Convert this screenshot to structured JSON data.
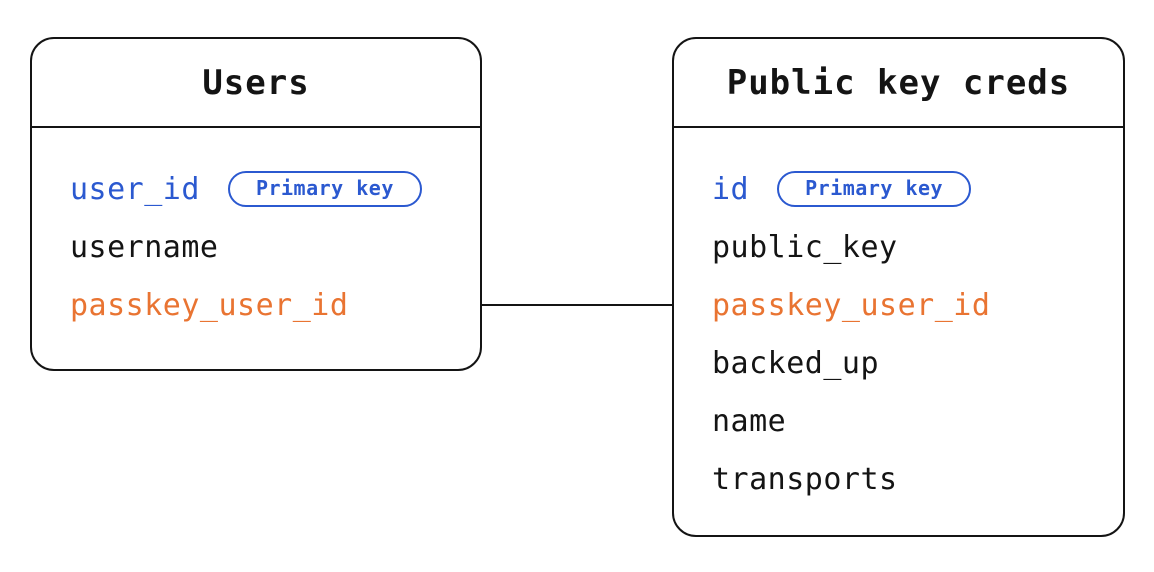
{
  "diagram": {
    "tables": [
      {
        "name": "Users",
        "fields": [
          {
            "name": "user_id",
            "color": "blue",
            "badge": "Primary key"
          },
          {
            "name": "username",
            "color": "black"
          },
          {
            "name": "passkey_user_id",
            "color": "orange"
          }
        ]
      },
      {
        "name": "Public key creds",
        "fields": [
          {
            "name": "id",
            "color": "blue",
            "badge": "Primary key"
          },
          {
            "name": "public_key",
            "color": "black"
          },
          {
            "name": "passkey_user_id",
            "color": "orange"
          },
          {
            "name": "backed_up",
            "color": "black"
          },
          {
            "name": "name",
            "color": "black"
          },
          {
            "name": "transports",
            "color": "black"
          }
        ]
      }
    ],
    "relationship": {
      "from": "Users.passkey_user_id",
      "to": "Public key creds.passkey_user_id"
    },
    "colors": {
      "field_blue": "#2B59D0",
      "field_orange": "#E97432",
      "line": "#141414",
      "bg": "#FFFFFF"
    }
  }
}
